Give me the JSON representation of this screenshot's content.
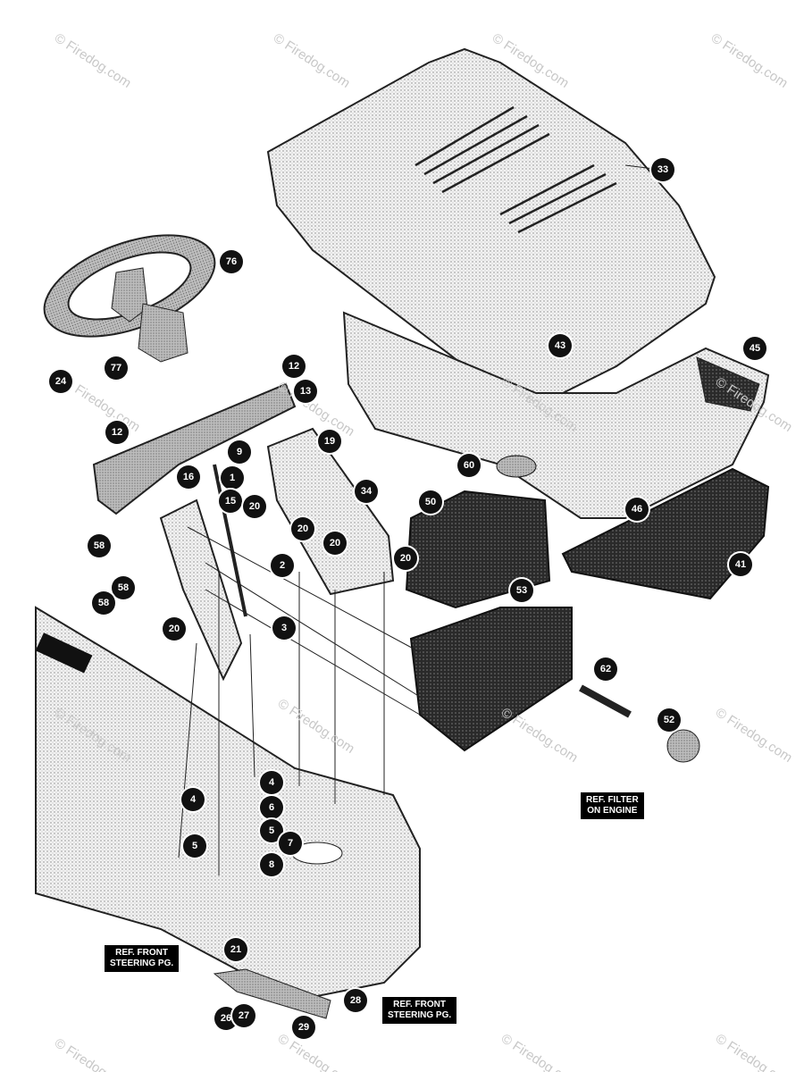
{
  "watermark": "© Firedog.com",
  "callouts": [
    "33",
    "76",
    "45",
    "43",
    "77",
    "12",
    "24",
    "13",
    "12",
    "19",
    "9",
    "1",
    "16",
    "15",
    "20",
    "34",
    "60",
    "50",
    "58",
    "20",
    "2",
    "20",
    "20",
    "58",
    "58",
    "53",
    "41",
    "46",
    "20",
    "3",
    "62",
    "52",
    "4",
    "4",
    "6",
    "5",
    "5",
    "7",
    "8",
    "21",
    "28",
    "29",
    "26",
    "27"
  ],
  "ref_labels": {
    "filter": "REF. FILTER\nON ENGINE",
    "front_left": "REF. FRONT\nSTEERING PG.",
    "front_right": "REF. FRONT\nSTEERING PG."
  }
}
